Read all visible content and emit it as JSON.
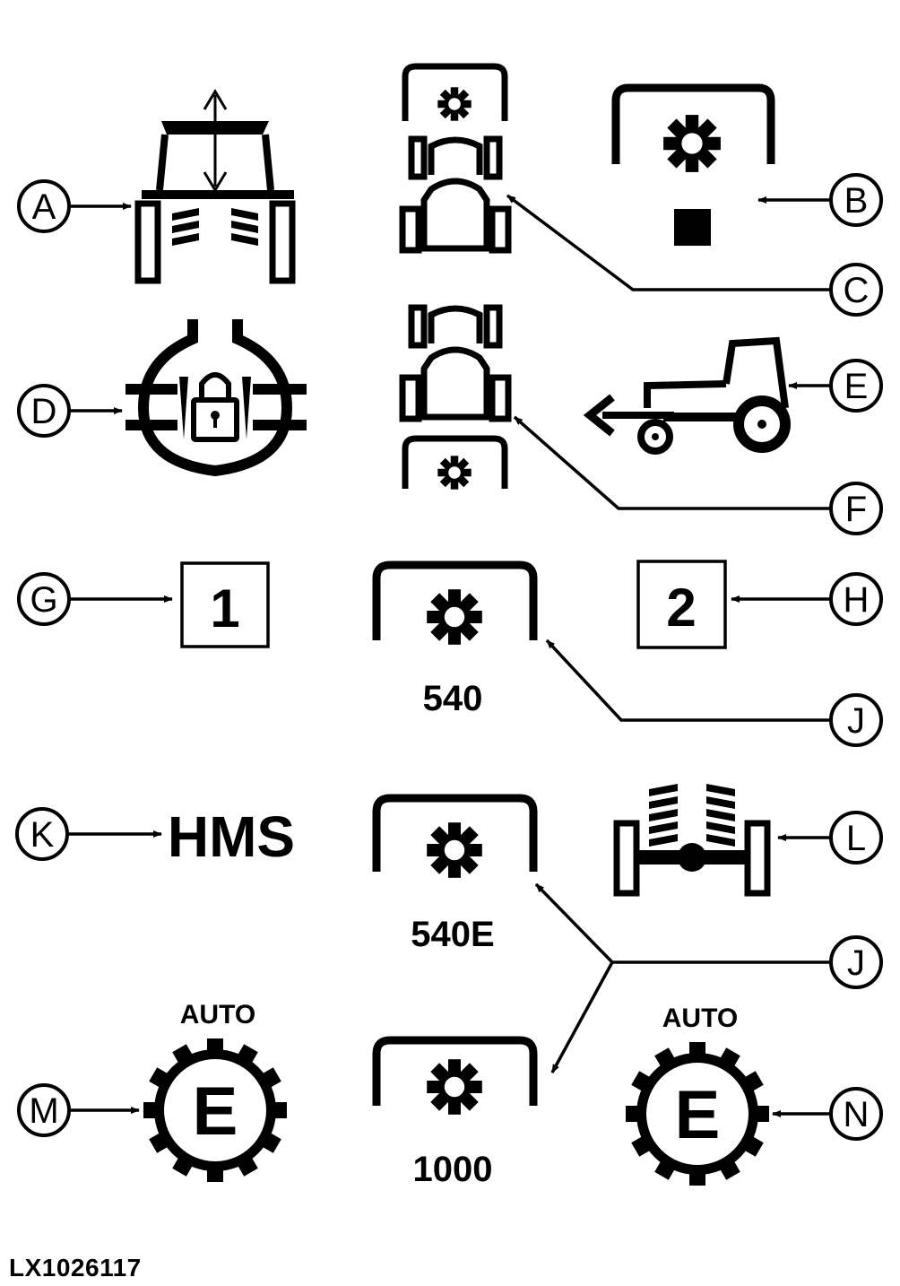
{
  "callouts": {
    "A": "A",
    "B": "B",
    "C": "C",
    "D": "D",
    "E": "E",
    "F": "F",
    "G": "G",
    "H": "H",
    "J1": "J",
    "J2": "J",
    "K": "K",
    "L": "L",
    "M": "M",
    "N": "N"
  },
  "symbols": {
    "box_1": "1",
    "box_2": "2",
    "pto_540": "540",
    "pto_540e": "540E",
    "pto_1000": "1000",
    "hms": "HMS",
    "auto_left": "AUTO",
    "auto_right": "AUTO",
    "e_left": "E",
    "e_right": "E"
  },
  "figure_code": "LX1026117",
  "icons": [
    "hitch-raise-icon",
    "pto-stop-icon",
    "front-pto-icon",
    "diff-lock-icon",
    "implement-icon",
    "rear-pto-icon",
    "suspension-icon",
    "auto-gear-icon"
  ],
  "colors": {
    "ink": "#000000",
    "paper": "#ffffff"
  }
}
